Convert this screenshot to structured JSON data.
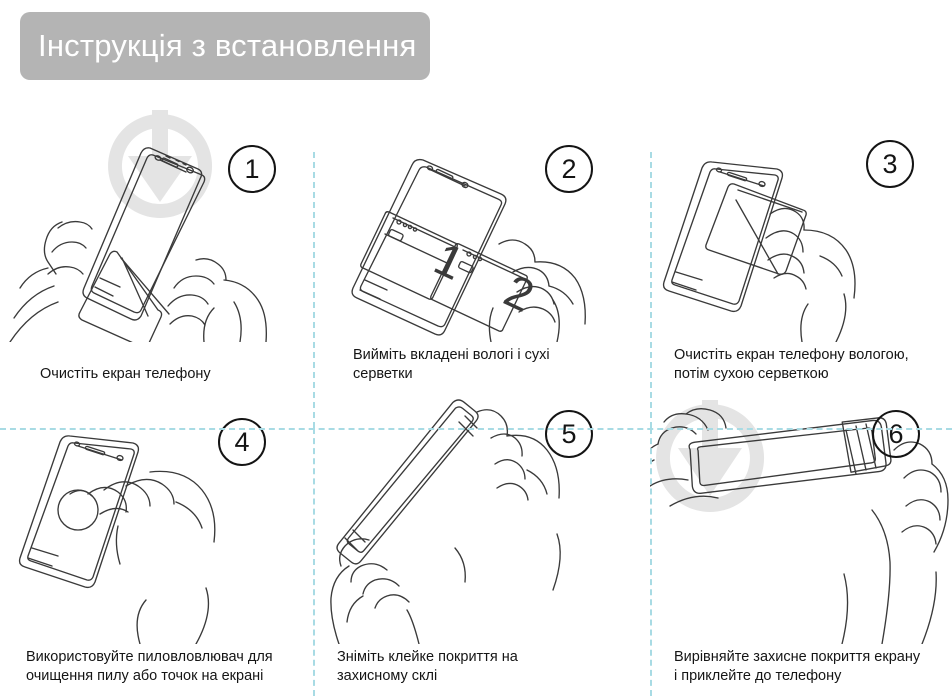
{
  "title": {
    "text": "Інструкція з встановлення"
  },
  "colors": {
    "banner_background": "#b4b4b4",
    "banner_text": "#ffffff",
    "divider": "#a8dbe4",
    "line_art": "#333333",
    "watermark": "#e2e2e2",
    "page_background": "#ffffff"
  },
  "steps": [
    {
      "number": "1",
      "caption": "Очистіть екран телефону",
      "illustration_name": "hand-holding-phone-with-cloth",
      "has_watermark": true
    },
    {
      "number": "2",
      "caption": "Вийміть вкладені вологі і сухі\nсерветки",
      "illustration_name": "phone-with-two-wipe-packets",
      "has_watermark": false,
      "packet_labels": [
        "1",
        "2"
      ]
    },
    {
      "number": "3",
      "caption": "Очистіть екран телефону вологою,\nпотім сухою серветкою",
      "illustration_name": "hand-wiping-phone-screen",
      "has_watermark": false
    },
    {
      "number": "4",
      "caption": "Використовуйте пиловловлювач для\nочищення пилу або точок на екрані",
      "illustration_name": "hand-applying-dust-sticker",
      "has_watermark": false
    },
    {
      "number": "5",
      "caption": "Зніміть клейке покриття на\nзахисному склі",
      "illustration_name": "peeling-adhesive-film-from-glass",
      "has_watermark": false
    },
    {
      "number": "6",
      "caption": "Вирівняйте захисне покриття екрану\nі приклейте до телефону",
      "illustration_name": "aligning-glass-onto-phone",
      "has_watermark": true
    }
  ]
}
